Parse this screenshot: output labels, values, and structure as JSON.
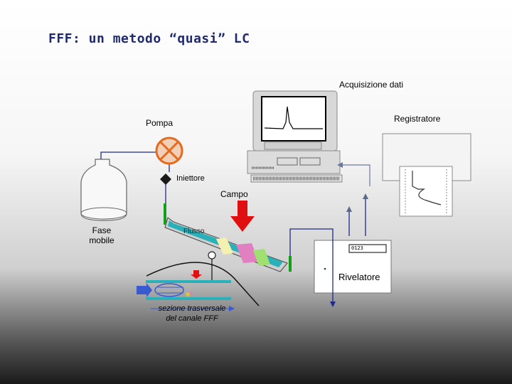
{
  "title": "FFF: un metodo “quasi” LC",
  "labels": {
    "acquisizione": "Acquisizione dati",
    "registratore": "Registratore",
    "pompa": "Pompa",
    "iniettore": "Iniettore",
    "campo": "Campo",
    "fase_mobile": "Fase\nmobile",
    "flusso": "Flusso",
    "rivelatore": "Rivelatore",
    "display": "0123",
    "sezione": "sezione trasversale\ndel canale FFF"
  },
  "colors": {
    "title": "#1f2a6e",
    "tubing": "#1f2a8c",
    "field_arrow": "#e01010",
    "pump": "#e46a1e",
    "column_inner": "#2ab0b8",
    "green": "#12a01a"
  },
  "icons": [
    "computer-monitor-icon",
    "pump-icon",
    "injector-valve-icon",
    "solvent-bottle-icon",
    "recorder-icon",
    "detector-icon"
  ]
}
